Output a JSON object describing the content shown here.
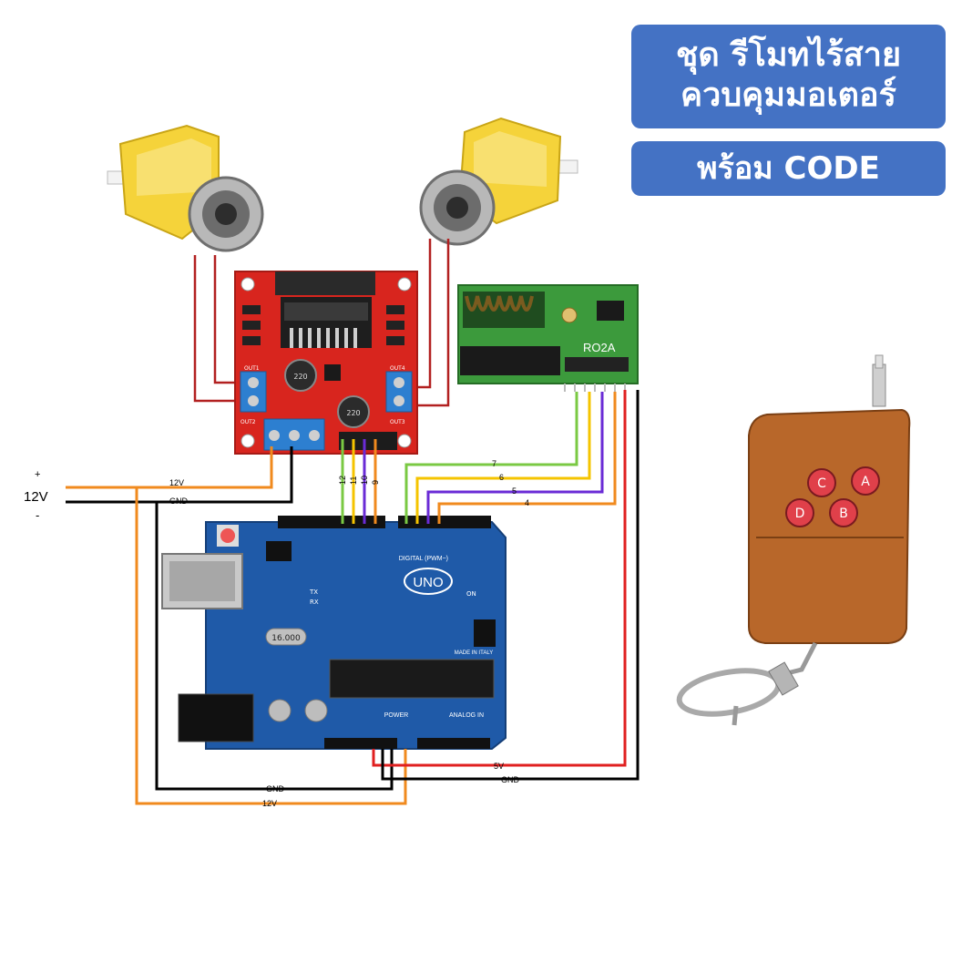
{
  "banner": {
    "line1": "ชุด รีโมทไร้สาย",
    "line2": "ควบคุมมอเตอร์",
    "line3": "พร้อม CODE"
  },
  "supply": {
    "plus": "+",
    "voltage": "12V",
    "minus": "-"
  },
  "wires": {
    "w12v_top": "12V",
    "gnd_top": "GND",
    "pin7": "7",
    "pin6": "6",
    "pin5": "5",
    "pin4": "4",
    "pin12": "12",
    "pin11": "11",
    "pin10": "10",
    "pin9": "9",
    "v5": "5V",
    "gnd_right": "GND",
    "gnd_bottom": "GND",
    "w12v_bottom": "12V"
  },
  "boards": {
    "receiver_label": "RO2A",
    "arduino_label": "UNO",
    "crystal": "16.000",
    "cap1": "220",
    "cap2": "220",
    "digital_label": "DIGITAL (PWM~)",
    "analog_label": "ANALOG IN",
    "power_label": "POWER",
    "made_in": "MADE IN ITALY",
    "out1": "OUT1",
    "out2": "OUT2",
    "out3": "OUT3",
    "out4": "OUT4",
    "tx": "TX",
    "rx": "RX",
    "on": "ON"
  },
  "remote": {
    "btn_a": "A",
    "btn_b": "B",
    "btn_c": "C",
    "btn_d": "D"
  },
  "colors": {
    "orange_wire": "#f08a1e",
    "black_wire": "#000000",
    "red_wire": "#e02020",
    "green_wire": "#7ac943",
    "yellow_wire": "#f5c400",
    "purple_wire": "#6a2bd6",
    "banner_blue": "#4472c4",
    "l298n_red": "#d8251e",
    "arduino_blue": "#1f5aa8",
    "receiver_green": "#3c9a3c",
    "motor_yellow": "#f5d33a",
    "remote_brown": "#b8672a"
  }
}
